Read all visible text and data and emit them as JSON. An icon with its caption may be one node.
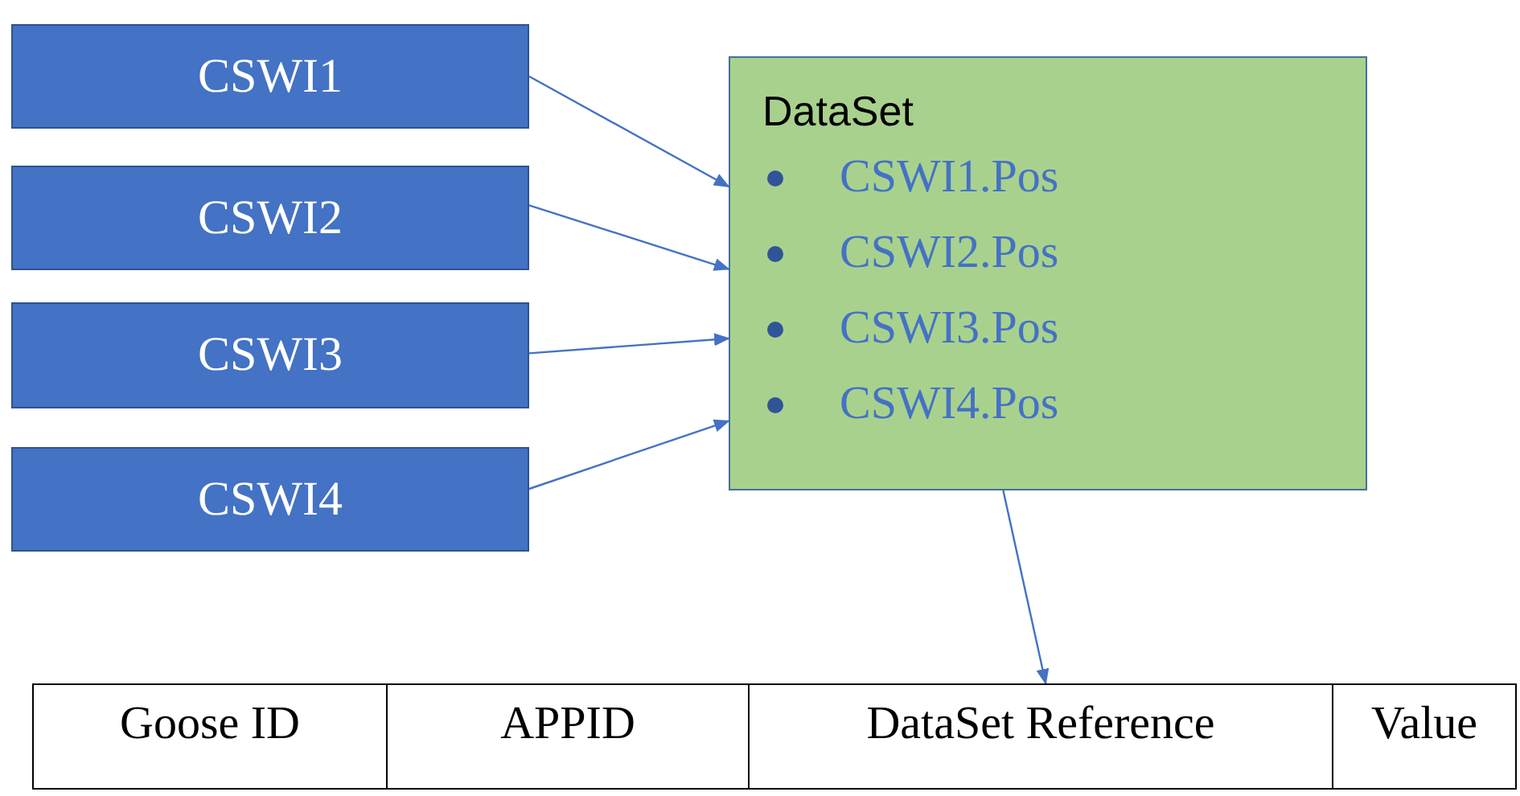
{
  "diagram": {
    "nodes": [
      {
        "text": [
          "CSWI1"
        ]
      },
      {
        "text": [
          "CSWI2"
        ]
      },
      {
        "text": [
          "CSWI3"
        ]
      },
      {
        "text": [
          "CSWI4"
        ]
      },
      {
        "text": [
          "DataSet",
          "CSWI1.Pos",
          "CSWI2.Pos",
          "CSWI3.Pos",
          "CSWI4.Pos"
        ]
      },
      {
        "text": [
          "Goose ID"
        ]
      },
      {
        "text": [
          "APPID"
        ]
      },
      {
        "text": [
          "DataSet Reference"
        ]
      },
      {
        "text": [
          "Value"
        ]
      }
    ],
    "edges": [
      {
        "from": 0,
        "to": 4,
        "arrow": "to"
      },
      {
        "from": 1,
        "to": 4,
        "arrow": "to"
      },
      {
        "from": 2,
        "to": 4,
        "arrow": "to"
      },
      {
        "from": 3,
        "to": 4,
        "arrow": "to"
      },
      {
        "from": 4,
        "to": 7,
        "arrow": "to"
      }
    ]
  }
}
